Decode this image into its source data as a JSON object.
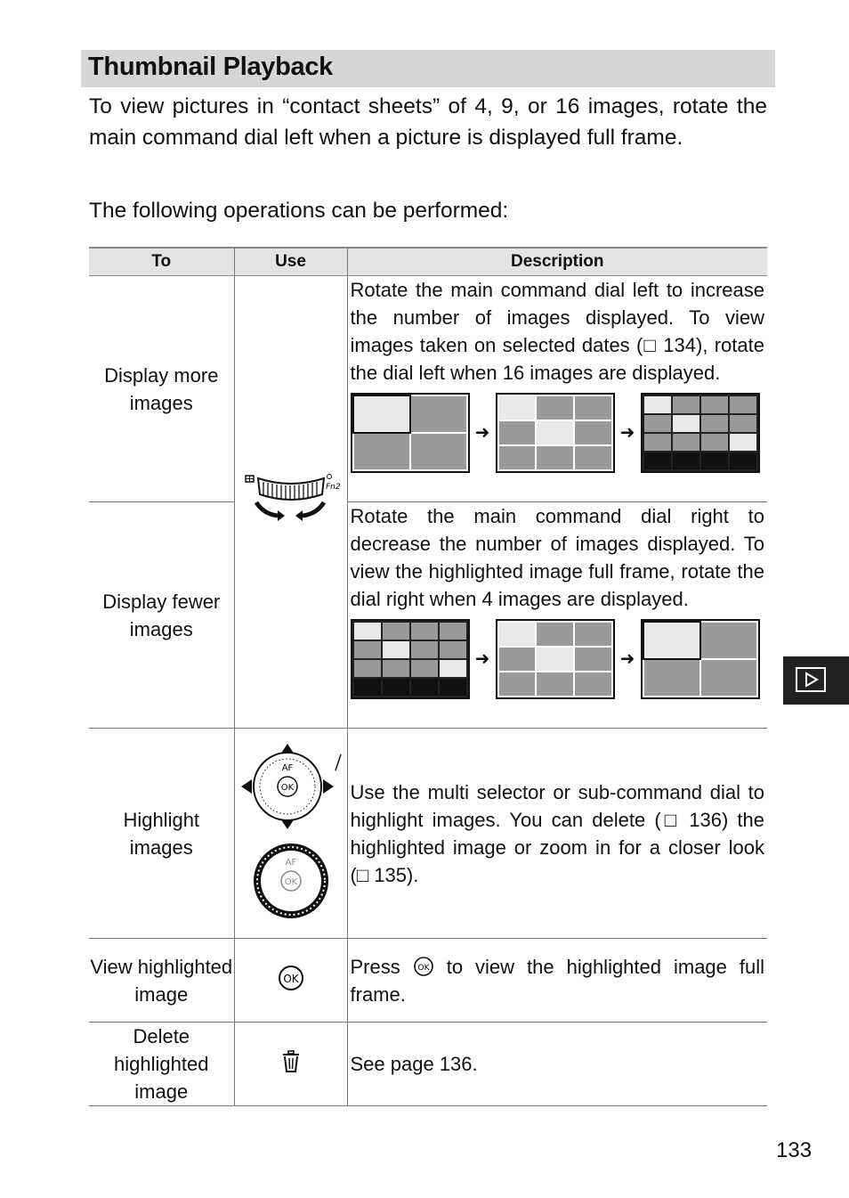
{
  "page": {
    "title": "Thumbnail Playback",
    "intro": "To view pictures in “contact sheets” of 4, 9, or 16 images, rotate the main command dial left when a picture is displayed full frame.",
    "operations_heading": "The following operations can be performed:",
    "page_number": "133"
  },
  "table": {
    "headers": {
      "to": "To",
      "use": "Use",
      "description": "Description"
    },
    "rows": [
      {
        "to": "Display more images",
        "description": "Rotate the main command dial left to increase the number of images displayed. To view images taken on selected dates (□ 134), rotate the dial left when 16 images are displayed.",
        "thumbnails": [
          "4",
          "9",
          "16"
        ]
      },
      {
        "to": "Display fewer images",
        "description": "Rotate the main command dial right to decrease the number of images displayed. To view the highlighted image full frame, rotate the dial right when 4 images are displayed.",
        "thumbnails": [
          "16",
          "9",
          "4"
        ]
      },
      {
        "to": "Highlight images",
        "description": "Use the multi selector or sub-command dial to highlight images. You can delete (□ 136) the highlighted image or zoom in for a closer look (□ 135)."
      },
      {
        "to": "View highlighted image",
        "description_before": "Press",
        "description_after": "to view the highlighted image full frame."
      },
      {
        "to": "Delete highlighted image",
        "description": "See page 136."
      }
    ],
    "dial_labels": {
      "fn2": "Fn2",
      "af": "AF",
      "ok": "OK"
    }
  },
  "icons": {
    "main_command_dial": "main-command-dial-icon",
    "multi_selector": "multi-selector-icon",
    "sub_command_dial": "sub-command-dial-icon",
    "ok_button": "ok-button-icon",
    "delete_button": "trash-icon",
    "playback_tab": "playback-icon"
  }
}
